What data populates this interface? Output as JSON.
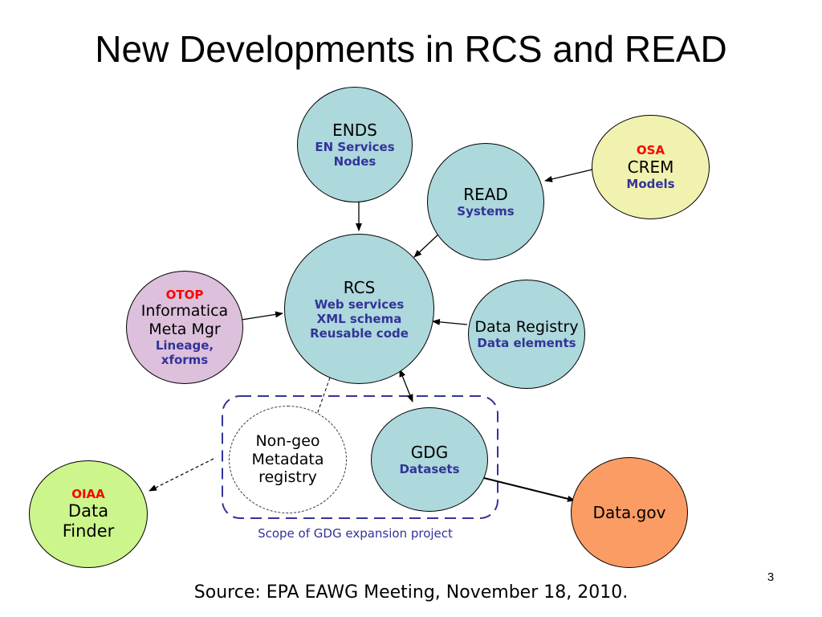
{
  "title": "New Developments in RCS and READ",
  "nodes": {
    "ends": {
      "name": "ENDS",
      "lines": [
        "EN Services",
        "Nodes"
      ],
      "fill": "#add8dc"
    },
    "read": {
      "name": "READ",
      "lines": [
        "Systems"
      ],
      "fill": "#add8dc"
    },
    "osa": {
      "org": "OSA",
      "name": "CREM",
      "lines": [
        "Models"
      ],
      "fill": "#f2f2b0"
    },
    "rcs": {
      "name": "RCS",
      "lines": [
        "Web services",
        "XML schema",
        "Reusable code"
      ],
      "fill": "#add8dc"
    },
    "otop": {
      "org": "OTOP",
      "name_lines": [
        "Informatica",
        "Meta Mgr"
      ],
      "lines": [
        "Lineage,",
        "xforms"
      ],
      "fill": "#dcc0dc"
    },
    "data_registry": {
      "name": "Data Registry",
      "lines": [
        "Data elements"
      ],
      "fill": "#add8dc"
    },
    "nongeo": {
      "name_lines": [
        "Non-geo",
        "Metadata",
        "registry"
      ]
    },
    "gdg": {
      "name": "GDG",
      "lines": [
        "Datasets"
      ],
      "fill": "#add8dc"
    },
    "oiaa": {
      "org": "OIAA",
      "name_lines": [
        "Data",
        "Finder"
      ],
      "fill": "#ccf58c"
    },
    "datagov": {
      "name": "Data.gov",
      "fill": "#fb9c64"
    }
  },
  "scope_label": "Scope of GDG expansion project",
  "page_number": "3",
  "source": "Source: EPA EAWG Meeting, November 18, 2010.",
  "colors": {
    "accent_blue": "#333399",
    "org_red": "#ff0000"
  }
}
